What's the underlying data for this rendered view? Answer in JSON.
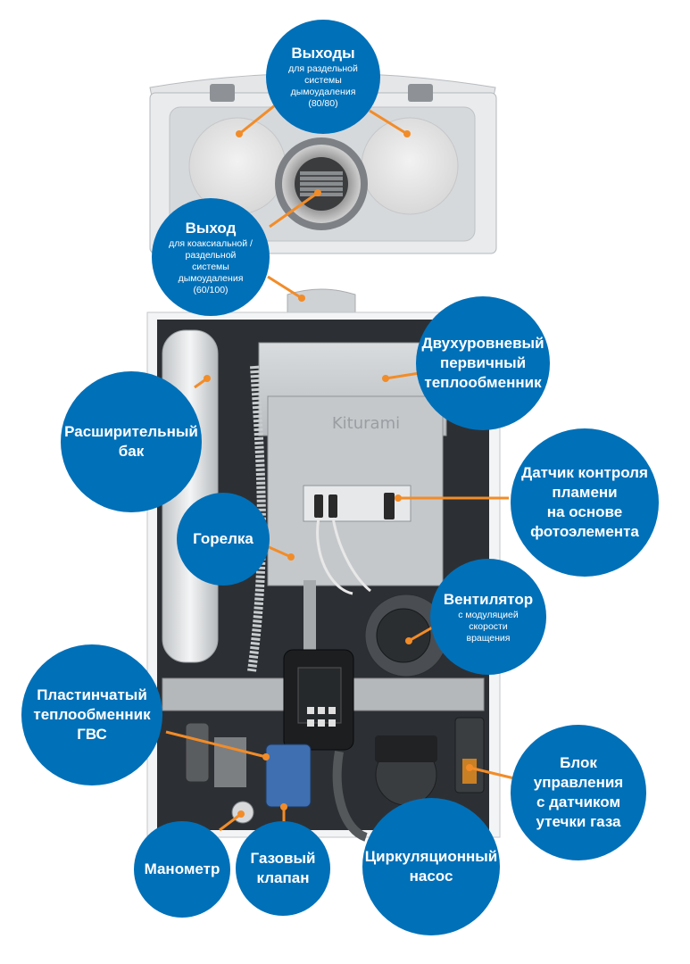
{
  "colors": {
    "bubble": "#0070b8",
    "pointer": "#f28c28",
    "casing": "#eef0f2",
    "interior": "#2b2f33",
    "metal": "#c7cacd"
  },
  "product": {
    "brand_logo": "Kiturami"
  },
  "callouts": [
    {
      "id": "outlets-separate",
      "icon": "callout",
      "title": [
        "Выходы"
      ],
      "subtitle": [
        "для раздельной",
        "системы",
        "дымоудаления",
        "(80/80)"
      ]
    },
    {
      "id": "outlet-coaxial",
      "icon": "callout",
      "title": [
        "Выход"
      ],
      "subtitle": [
        "для коаксиальной /",
        "раздельной",
        "системы",
        "дымоудаления",
        "(60/100)"
      ]
    },
    {
      "id": "primary-heat-exchanger",
      "icon": "callout",
      "title": [
        "Двухуровневый",
        "первичный",
        "теплообменник"
      ],
      "subtitle": []
    },
    {
      "id": "expansion-tank",
      "icon": "callout",
      "title": [
        "Расширительный",
        "бак"
      ],
      "subtitle": []
    },
    {
      "id": "flame-sensor",
      "icon": "callout",
      "title": [
        "Датчик контроля",
        "пламени",
        "на основе",
        "фотоэлемента"
      ],
      "subtitle": []
    },
    {
      "id": "burner",
      "icon": "callout",
      "title": [
        "Горелка"
      ],
      "subtitle": []
    },
    {
      "id": "fan",
      "icon": "callout",
      "title": [
        "Вентилятор"
      ],
      "subtitle": [
        "с модуляцией скорости",
        "вращения"
      ]
    },
    {
      "id": "plate-heat-exchanger",
      "icon": "callout",
      "title": [
        "Пластинчатый",
        "теплообменник",
        "ГВС"
      ],
      "subtitle": []
    },
    {
      "id": "control-unit",
      "icon": "callout",
      "title": [
        "Блок",
        "управления",
        "с датчиком",
        "утечки газа"
      ],
      "subtitle": []
    },
    {
      "id": "pressure-gauge",
      "icon": "callout",
      "title": [
        "Манометр"
      ],
      "subtitle": []
    },
    {
      "id": "gas-valve",
      "icon": "callout",
      "title": [
        "Газовый",
        "клапан"
      ],
      "subtitle": []
    },
    {
      "id": "circulation-pump",
      "icon": "callout",
      "title": [
        "Циркуляционный",
        "насос"
      ],
      "subtitle": []
    }
  ]
}
